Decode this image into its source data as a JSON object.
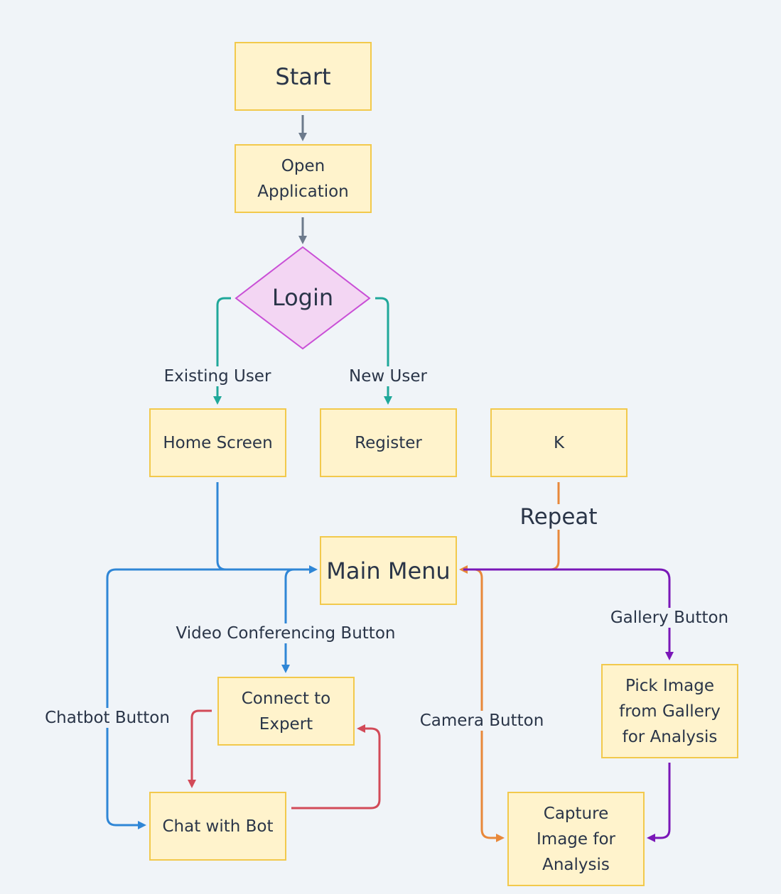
{
  "nodes": {
    "start": "Start",
    "open_app": "Open\nApplication",
    "login": "Login",
    "home": "Home Screen",
    "register": "Register",
    "k": "K",
    "main_menu": "Main Menu",
    "connect": "Connect to\nExpert",
    "chat": "Chat with Bot",
    "pick_image": "Pick Image\nfrom Gallery\nfor Analysis",
    "capture": "Capture\nImage for\nAnalysis"
  },
  "edge_labels": {
    "existing_user": "Existing User",
    "new_user": "New User",
    "repeat": "Repeat",
    "video_conf": "Video Conferencing Button",
    "chatbot": "Chatbot Button",
    "camera": "Camera Button",
    "gallery": "Gallery Button"
  },
  "colors": {
    "node_fill": "#fff3cc",
    "node_border": "#f2c94c",
    "diamond_fill": "#f3d6f3",
    "diamond_border": "#c94fd6",
    "gray_arrow": "#6c7a8c",
    "teal_arrow": "#1fa89a",
    "blue_arrow": "#2f86d6",
    "orange_arrow": "#e8883a",
    "purple_arrow": "#7a17b8",
    "red_arrow": "#d24a58"
  }
}
